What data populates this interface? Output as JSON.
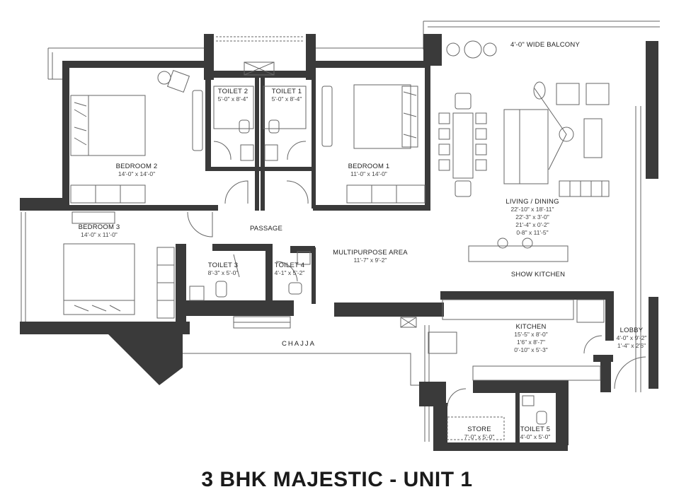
{
  "title": "3 BHK MAJESTIC - UNIT 1",
  "rooms": {
    "balcony": {
      "name": "4'-0\" WIDE BALCONY"
    },
    "toilet2": {
      "name": "TOILET 2",
      "dims": [
        "5'-0\" x 8'-4\""
      ]
    },
    "toilet1": {
      "name": "TOILET 1",
      "dims": [
        "5'-0\" x 8'-4\""
      ]
    },
    "bedroom2": {
      "name": "BEDROOM 2",
      "dims": [
        "14'-0\" x 14'-0\""
      ]
    },
    "bedroom1": {
      "name": "BEDROOM 1",
      "dims": [
        "11'-0\" x 14'-0\""
      ]
    },
    "bedroom3": {
      "name": "BEDROOM 3",
      "dims": [
        "14'-0\" x 11'-0\""
      ]
    },
    "living": {
      "name": "LIVING / DINING",
      "dims": [
        "22'-10\" x 18'-11\"",
        "22'-3\" x 3'-0\"",
        "21'-4\" x 0'-2\"",
        "0-8\" x 11'-5\""
      ]
    },
    "passage": {
      "name": "PASSAGE"
    },
    "multipurpose": {
      "name": "MULTIPURPOSE AREA",
      "dims": [
        "11'-7\" x 9'-2\""
      ]
    },
    "toilet3": {
      "name": "TOILET 3",
      "dims": [
        "8'-3\" x 5'-0\""
      ]
    },
    "toilet4": {
      "name": "TOILET 4",
      "dims": [
        "4'-1\" x 5'-2\""
      ]
    },
    "showkitchen": {
      "name": "SHOW KITCHEN"
    },
    "kitchen": {
      "name": "KITCHEN",
      "dims": [
        "15'-5\" x 8'-0\"",
        "1'6\" x 8'-7\"",
        "0'-10\" x 5'-3\""
      ]
    },
    "lobby": {
      "name": "LOBBY",
      "dims": [
        "4'-0\" x 9'-2\"",
        "1'-4\" x 2'6\""
      ]
    },
    "chajja": {
      "name": "CHAJJA"
    },
    "store": {
      "name": "STORE",
      "dims": [
        "7'-0\" x 5'-0\""
      ]
    },
    "toilet5": {
      "name": "TOILET 5",
      "dims": [
        "4'-0\" x 5'-0\""
      ]
    }
  },
  "colors": {
    "wall": "#3a3a3a",
    "line": "#555555",
    "furniture": "#666666",
    "background": "#ffffff"
  }
}
